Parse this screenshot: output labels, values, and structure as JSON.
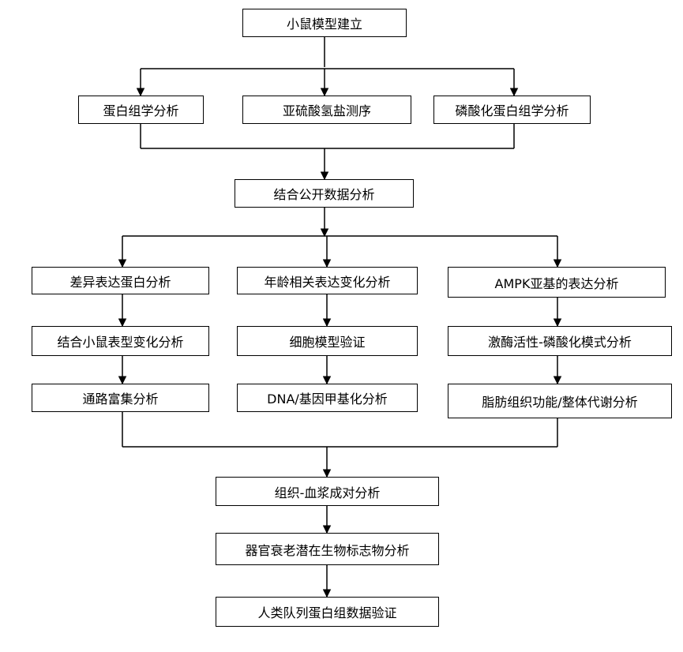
{
  "nodes": {
    "mouse_model": "小鼠模型建立",
    "proteomics": "蛋白组学分析",
    "bisulfite_seq": "亚硫酸氢盐测序",
    "phosphoproteomics": "磷酸化蛋白组学分析",
    "public_data": "结合公开数据分析",
    "diff_protein": "差异表达蛋白分析",
    "age_expression": "年龄相关表达变化分析",
    "ampk_subunit": "AMPK亚基的表达分析",
    "mouse_phenotype": "结合小鼠表型变化分析",
    "cell_model": "细胞模型验证",
    "kinase_activity": "激酶活性-磷酸化模式分析",
    "pathway_enrichment": "通路富集分析",
    "dna_methylation": "DNA/基因甲基化分析",
    "adipose_function": "脂肪组织功能/整体代谢分析",
    "tissue_plasma": "组织-血浆成对分析",
    "biomarkers": "器官衰老潜在生物标志物分析",
    "human_cohort": "人类队列蛋白组数据验证"
  },
  "colors": {
    "stroke": "#000000",
    "fill": "#ffffff"
  }
}
